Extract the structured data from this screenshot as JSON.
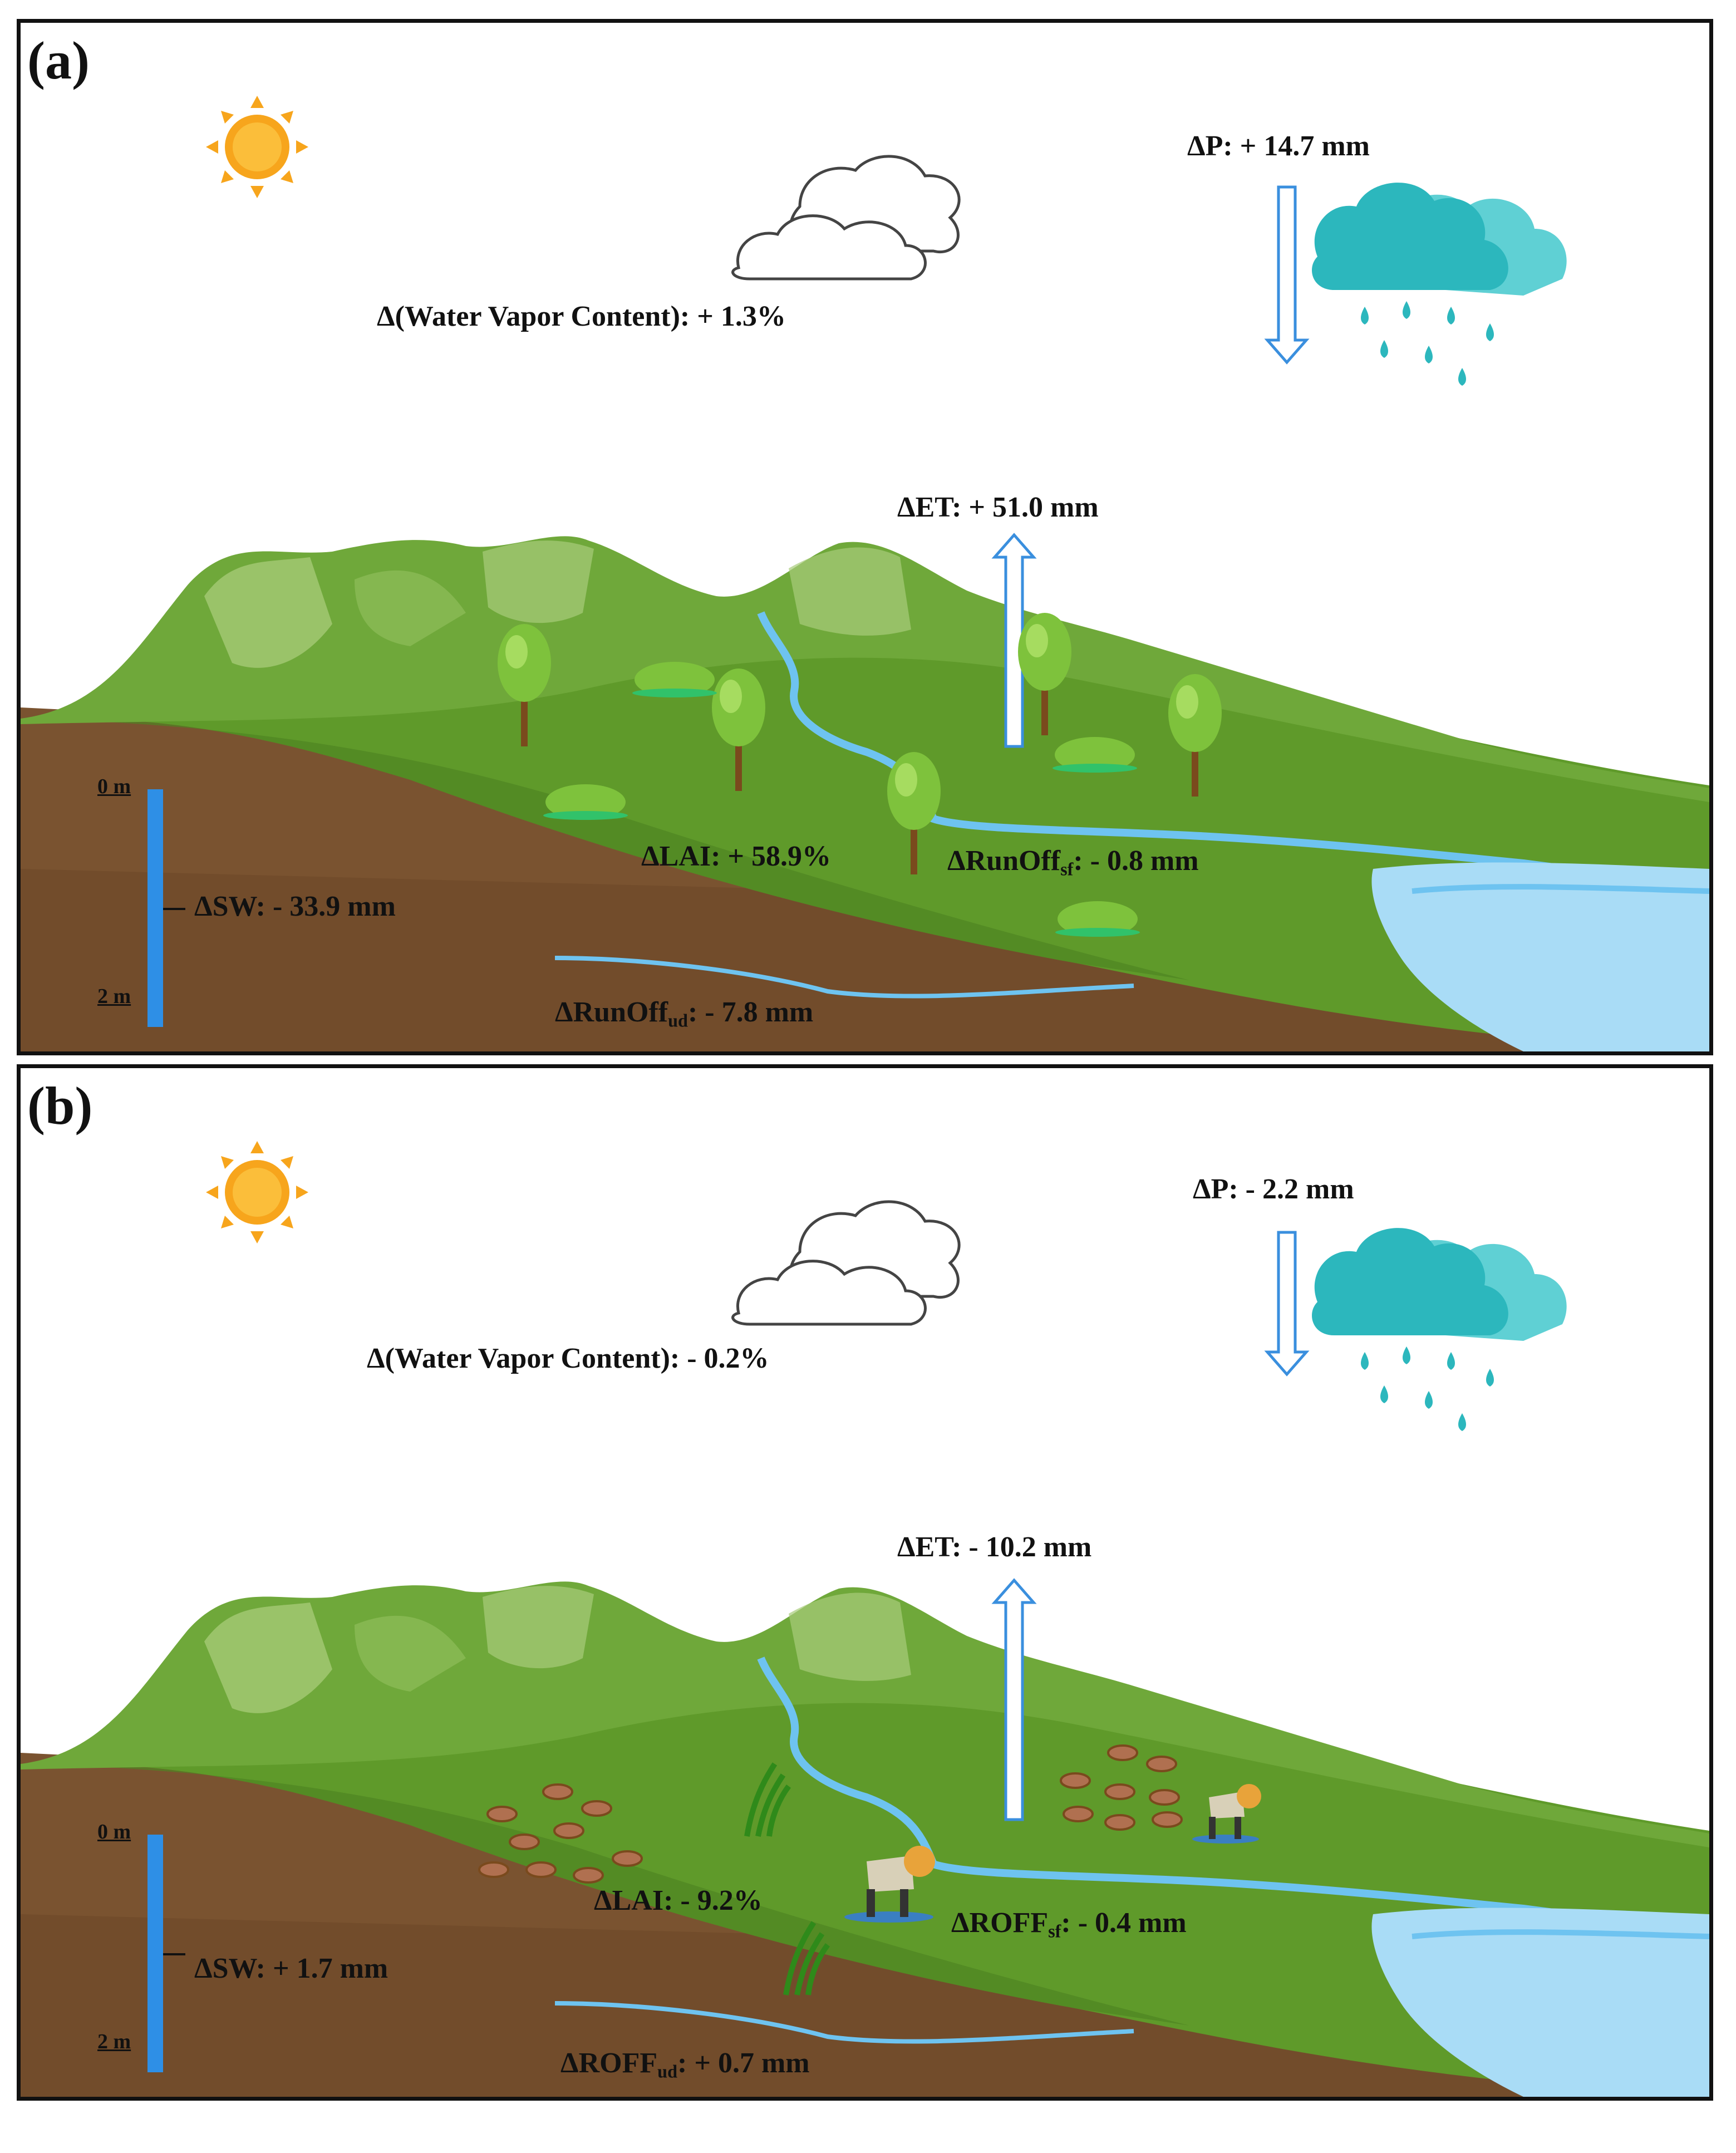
{
  "panels": [
    {
      "id": "a",
      "tag": "(a)",
      "precip": "ΔP: + 14.7 mm",
      "water_vapor": "Δ(Water Vapor Content): + 1.3%",
      "et": "ΔET: + 51.0 mm",
      "lai": "ΔLAI: + 58.9%",
      "runoff_sf_prefix": "ΔRunOff",
      "runoff_sf_sub": "sf",
      "runoff_sf_value": ": - 0.8 mm",
      "sw": "ΔSW: - 33.9 mm",
      "runoff_ud_prefix": "ΔRunOff",
      "runoff_ud_sub": "ud",
      "runoff_ud_value": ": - 7.8 mm",
      "depth_top": "0 m",
      "depth_bottom": "2 m"
    },
    {
      "id": "b",
      "tag": "(b)",
      "precip": "ΔP: - 2.2 mm",
      "water_vapor": "Δ(Water Vapor Content): - 0.2%",
      "et": "ΔET: - 10.2 mm",
      "lai": "ΔLAI: - 9.2%",
      "runoff_sf_prefix": "ΔROFF",
      "runoff_sf_sub": "sf",
      "runoff_sf_value": ": - 0.4 mm",
      "sw": "ΔSW: + 1.7 mm",
      "runoff_ud_prefix": "ΔROFF",
      "runoff_ud_sub": "ud",
      "runoff_ud_value": ": + 0.7 mm",
      "depth_top": "0 m",
      "depth_bottom": "2 m"
    }
  ],
  "colors": {
    "sun": "#f7a51c",
    "rain_cloud": "#2cb7bd",
    "vapor_cloud_stroke": "#444444",
    "arrow": "#3a8fde",
    "soil": "#7a5330",
    "grass": "#5f9a2a",
    "mountain": "#6fa83a",
    "river": "#6ec3f0",
    "lake": "#a9dcf6",
    "soil_column": "#2e8fe6",
    "tree_foliage": "#7ec23c",
    "trunk": "#7a4a1d",
    "stump": "#b07050"
  },
  "icons": [
    "sun-icon",
    "vapor-cloud-icon",
    "rain-cloud-icon",
    "tree-icon",
    "bush-icon",
    "stump-icon",
    "farmer-icon",
    "crop-icon"
  ]
}
